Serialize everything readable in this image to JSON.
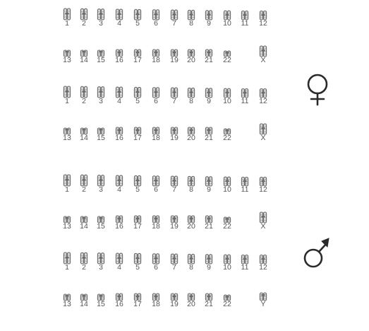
{
  "colors": {
    "chromosome_fill": "#d8d8d8",
    "chromosome_stroke": "#6b6b6b",
    "label": "#555555",
    "symbol": "#2a2a2a"
  },
  "sets": [
    {
      "sex": "female",
      "symbol_icon": "female-symbol-icon",
      "karyotypes": [
        {
          "rows": [
            {
              "labels": [
                "1",
                "2",
                "3",
                "4",
                "5",
                "6",
                "7",
                "8",
                "9",
                "10",
                "11",
                "12"
              ],
              "sex_label": ""
            },
            {
              "labels": [
                "13",
                "14",
                "15",
                "16",
                "17",
                "18",
                "19",
                "20",
                "21",
                "22"
              ],
              "sex_label": "X"
            }
          ]
        },
        {
          "rows": [
            {
              "labels": [
                "1",
                "2",
                "3",
                "4",
                "5",
                "6",
                "7",
                "8",
                "9",
                "10",
                "11",
                "12"
              ],
              "sex_label": ""
            },
            {
              "labels": [
                "13",
                "14",
                "15",
                "16",
                "17",
                "18",
                "19",
                "20",
                "21",
                "22"
              ],
              "sex_label": "X"
            }
          ]
        }
      ]
    },
    {
      "sex": "male",
      "symbol_icon": "male-symbol-icon",
      "karyotypes": [
        {
          "rows": [
            {
              "labels": [
                "1",
                "2",
                "3",
                "4",
                "5",
                "6",
                "7",
                "8",
                "9",
                "10",
                "11",
                "12"
              ],
              "sex_label": ""
            },
            {
              "labels": [
                "13",
                "14",
                "15",
                "16",
                "17",
                "18",
                "19",
                "20",
                "21",
                "22"
              ],
              "sex_label": "X"
            }
          ]
        },
        {
          "rows": [
            {
              "labels": [
                "1",
                "2",
                "3",
                "4",
                "5",
                "6",
                "7",
                "8",
                "9",
                "10",
                "11",
                "12"
              ],
              "sex_label": ""
            },
            {
              "labels": [
                "13",
                "14",
                "15",
                "16",
                "17",
                "18",
                "19",
                "20",
                "21",
                "22"
              ],
              "sex_label": "Y"
            }
          ]
        }
      ]
    }
  ]
}
